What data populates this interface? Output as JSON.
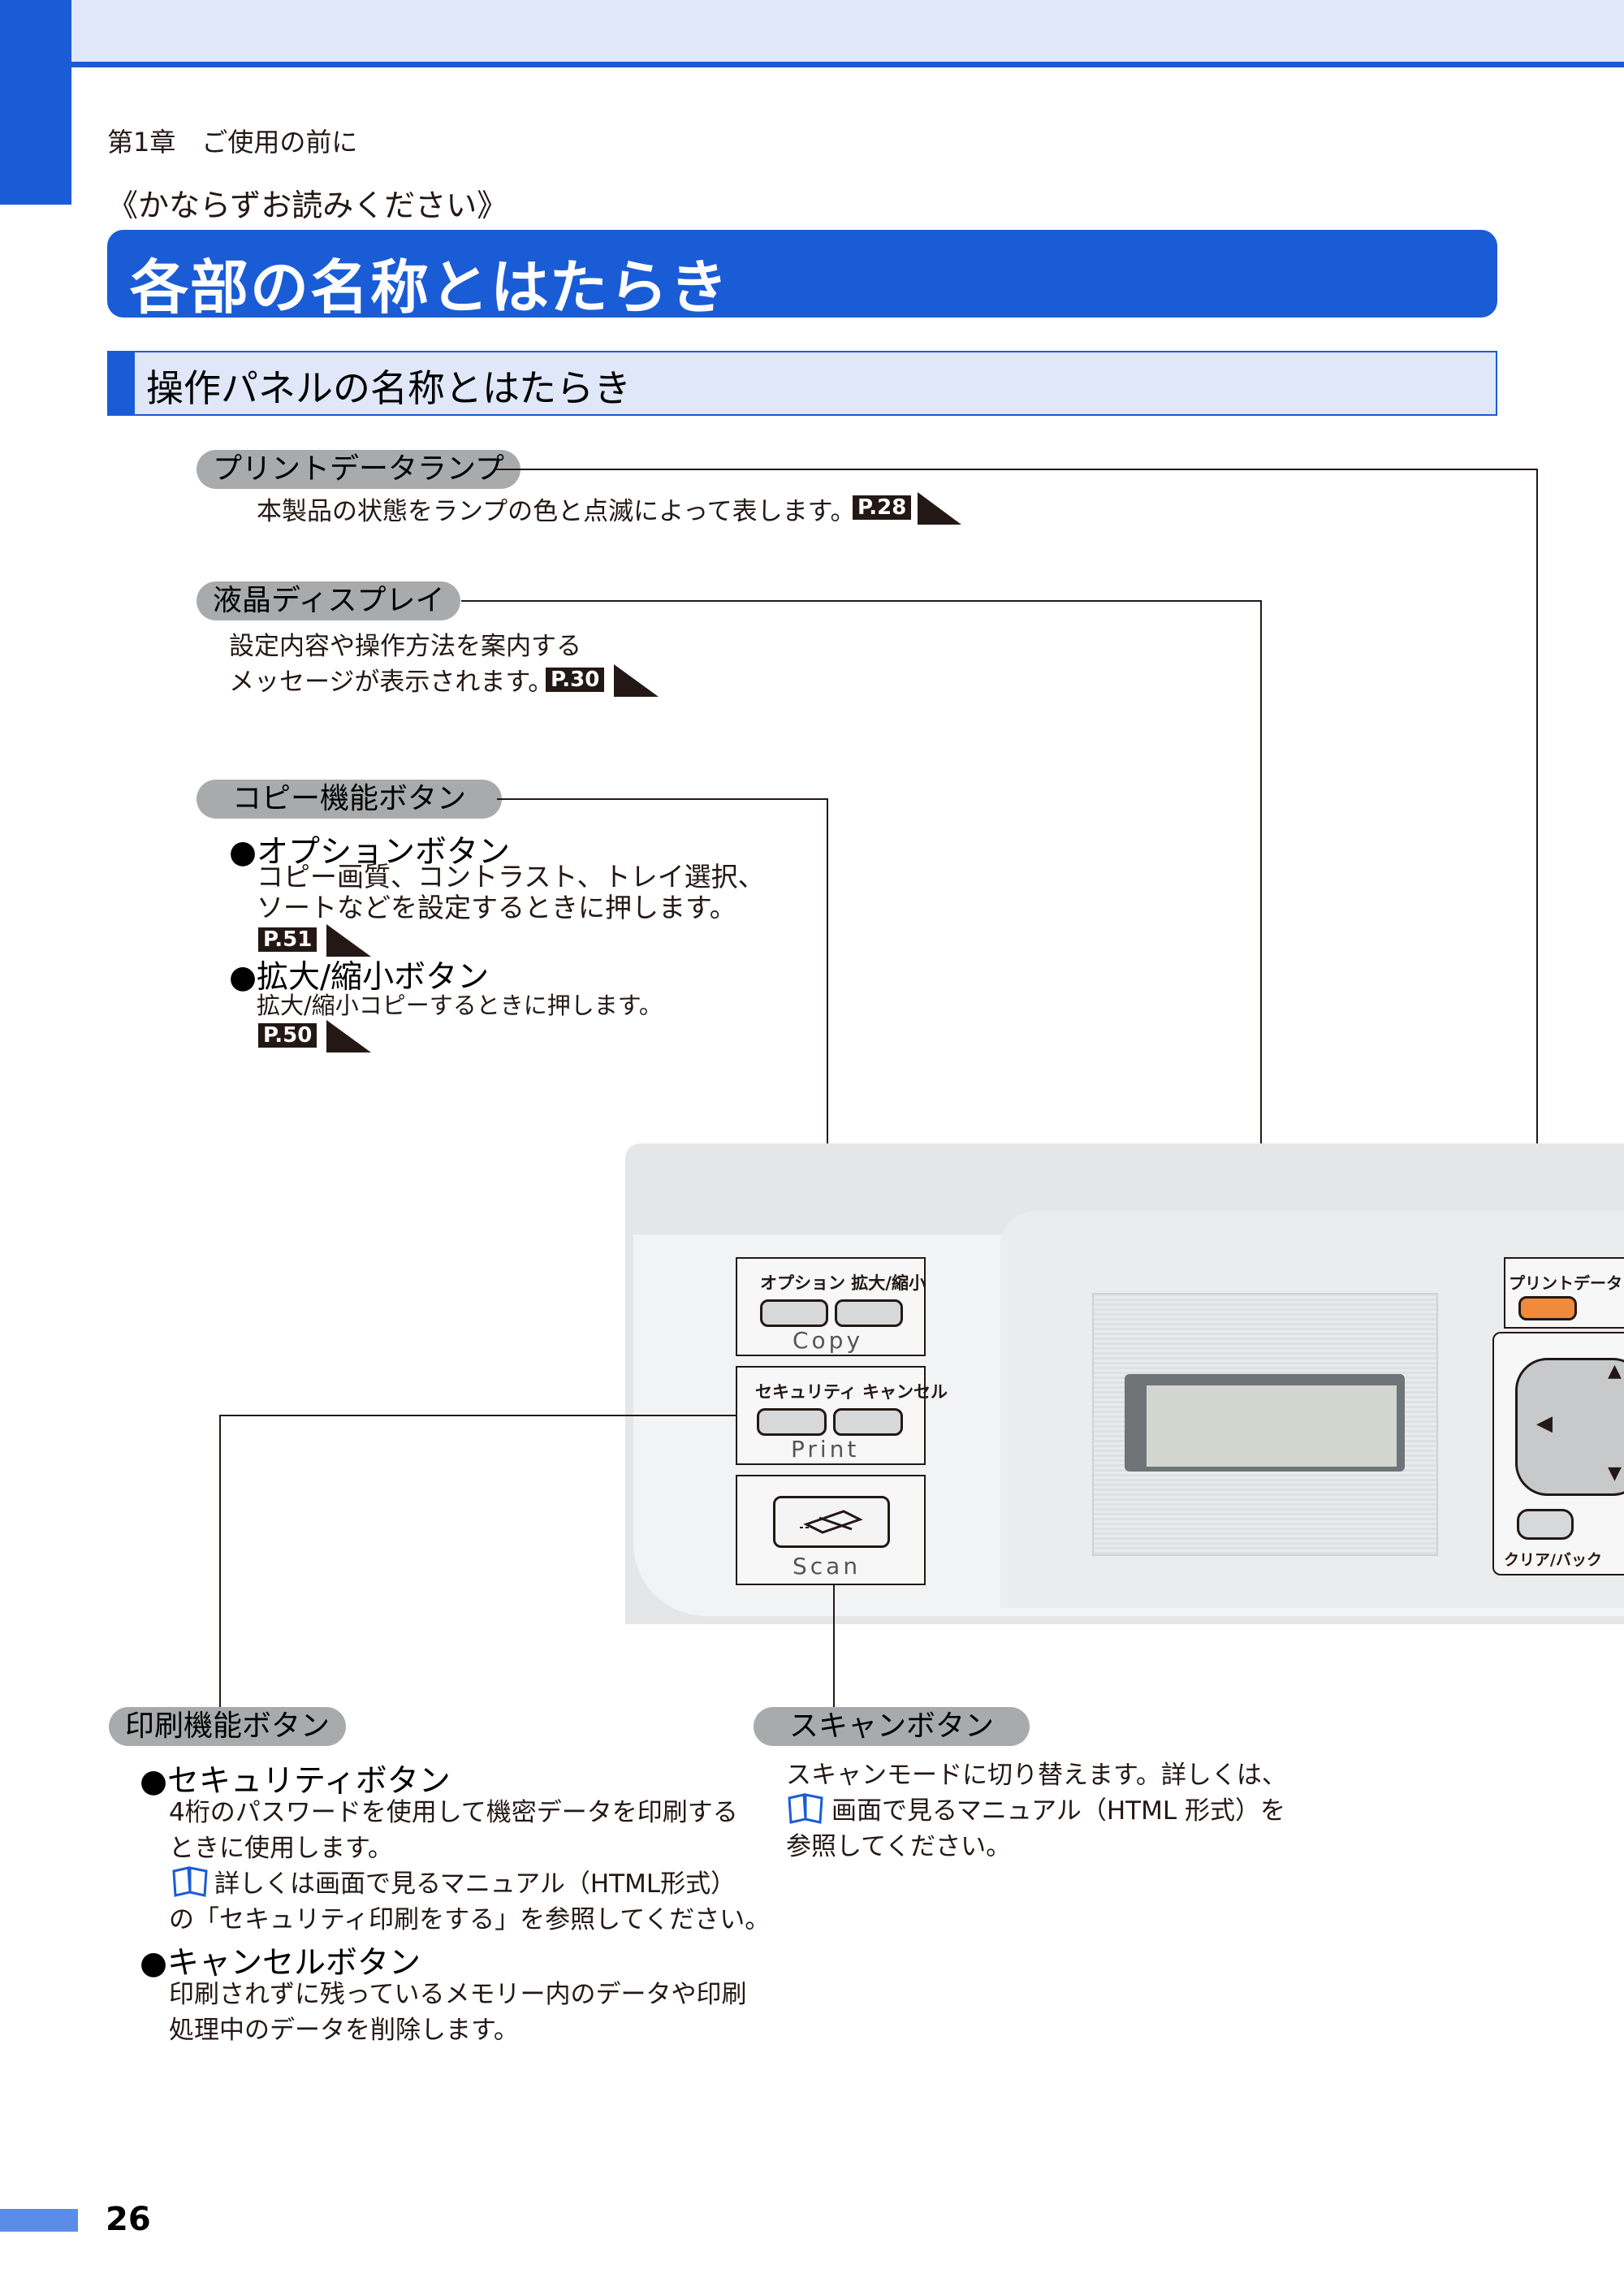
{
  "header": {
    "chapter": "第1章　ご使用の前に",
    "must_read": "《かならずお読みください》",
    "title": "各部の名称とはたらき",
    "subtitle": "操作パネルの名称とはたらき"
  },
  "callouts": {
    "print_lamp": {
      "label": "プリントデータランプ",
      "desc": "本製品の状態をランプの色と点滅によって表します。",
      "ref": "P.28"
    },
    "lcd": {
      "label": "液晶ディスプレイ",
      "desc1": "設定内容や操作方法を案内する",
      "desc2": "メッセージが表示されます。",
      "ref": "P.30"
    },
    "copy": {
      "label": "コピー機能ボタン",
      "option_title": "●オプションボタン",
      "option_desc1": "コピー画質、コントラスト、トレイ選択、",
      "option_desc2": "ソートなどを設定するときに押します。",
      "option_ref": "P.51",
      "zoom_title": "●拡大/縮小ボタン",
      "zoom_desc": "拡大/縮小コピーするときに押します。",
      "zoom_ref": "P.50"
    },
    "print": {
      "label": "印刷機能ボタン",
      "security_title": "●セキュリティボタン",
      "security_desc1": "4桁のパスワードを使用して機密データを印刷する",
      "security_desc2": "ときに使用します。",
      "security_desc3": "詳しくは画面で見るマニュアル（HTML形式）",
      "security_desc4": "の「セキュリティ印刷をする」を参照してください。",
      "cancel_title": "●キャンセルボタン",
      "cancel_desc1": "印刷されずに残っているメモリー内のデータや印刷",
      "cancel_desc2": "処理中のデータを削除します。"
    },
    "scan": {
      "label": "スキャンボタン",
      "desc1": "スキャンモードに切り替えます。詳しくは、",
      "desc2": "画面で見るマニュアル（HTML 形式）を",
      "desc3": "参照してください。"
    }
  },
  "panel": {
    "copy_labels": "オプション  拡大/縮小",
    "copy_word": "Copy",
    "print_labels": "セキュリティ  キャンセル",
    "print_word": "Print",
    "scan_word": "Scan",
    "lamp_label": "プリントデータ",
    "clear_label": "クリア/バック"
  },
  "footer": {
    "page_number": "26"
  },
  "colors": {
    "accent": "#1a5cd6",
    "light": "#dfe7f8",
    "pill": "#a9aaab",
    "lamp": "#f08a3c"
  },
  "icons": [
    "manual-book-icon",
    "scanner-icon",
    "page-ref-arrow-icon",
    "left-arrow-icon",
    "up-arrow-icon",
    "down-arrow-icon"
  ]
}
